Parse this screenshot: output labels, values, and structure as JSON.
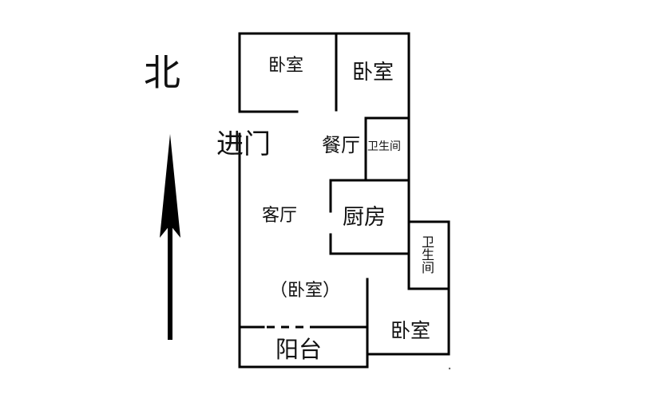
{
  "compass": {
    "north": "北"
  },
  "rooms": {
    "bedroom_nw": "卧室",
    "bedroom_ne": "卧室",
    "entrance": "进门",
    "dining": "餐厅",
    "bathroom_1": "卫生间",
    "living": "客厅",
    "kitchen": "厨房",
    "bathroom_2": "卫生间",
    "bedroom_mid": "（卧室）",
    "bedroom_se": "卧室",
    "balcony": "阳台"
  },
  "colors": {
    "wall": "#000000",
    "background": "#ffffff",
    "text": "#111111"
  }
}
